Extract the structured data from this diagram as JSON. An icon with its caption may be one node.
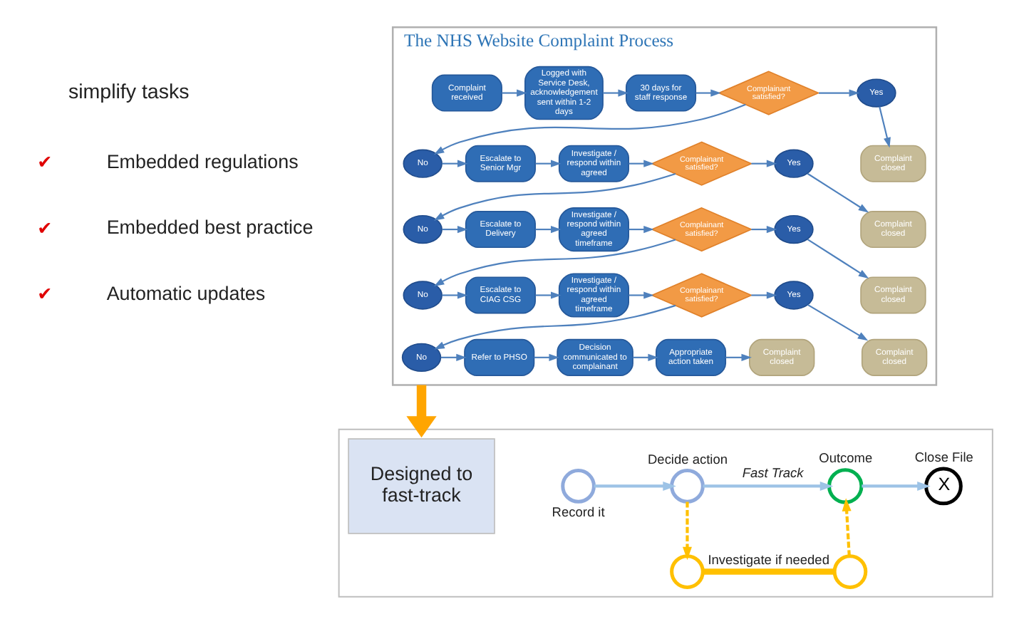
{
  "diagram": {
    "nodes": [
      {
        "text": [
          "The NHS Website Complaint Process"
        ]
      },
      {
        "text": [
          "Complaint received"
        ],
        "in": 0
      },
      {
        "text": [
          "Logged with Service Desk, acknowledgement sent within 1-2 days"
        ],
        "in": 0
      },
      {
        "text": [
          "30 days for staff response"
        ],
        "in": 0
      },
      {
        "text": [
          "Complainant satisfied?"
        ],
        "in": 0
      },
      {
        "text": [
          "Yes"
        ],
        "in": 0
      },
      {
        "text": [
          "Complaint closed"
        ],
        "in": 0
      },
      {
        "text": [
          "Yes"
        ],
        "in": 0
      },
      {
        "text": [
          "Complainant satisfied?"
        ],
        "in": 0
      },
      {
        "text": [
          "Investigate / respond within agreed"
        ],
        "in": 0
      },
      {
        "text": [
          "Escalate to Senior Mgr"
        ],
        "in": 0
      },
      {
        "text": [
          "No"
        ],
        "in": 0
      },
      {
        "text": [
          "Complaint closed"
        ],
        "in": 0
      },
      {
        "text": [
          "No"
        ],
        "in": 0
      },
      {
        "text": [
          "Escalate to Delivery"
        ],
        "in": 0
      },
      {
        "text": [
          "Investigate / respond within agreed timeframe"
        ],
        "in": 0
      },
      {
        "text": [
          "Complainant satisfied?"
        ],
        "in": 0
      },
      {
        "text": [
          "Yes"
        ],
        "in": 0
      },
      {
        "text": [
          "Complaint closed"
        ],
        "in": 0
      },
      {
        "text": [
          "No"
        ],
        "in": 0
      },
      {
        "text": [
          "Escalate to CIAG CSG"
        ],
        "in": 0
      },
      {
        "text": [
          "Investigate / respond within agreed timeframe"
        ],
        "in": 0
      },
      {
        "text": [
          "Complainant satisfied?"
        ],
        "in": 0
      },
      {
        "text": [
          "Yes"
        ],
        "in": 0
      },
      {
        "text": [
          "Complaint closed"
        ],
        "in": 0
      },
      {
        "text": [
          "Appropriate action taken"
        ],
        "in": 0
      },
      {
        "text": [
          "Decision communicated to complainant"
        ],
        "in": 0
      },
      {
        "text": [
          "Refer to PHSO"
        ],
        "in": 0
      },
      {
        "text": [
          "No"
        ],
        "in": 0
      },
      {
        "text": [
          "Complaint closed"
        ],
        "in": 0
      },
      {
        "text": [],
        "shape": "box"
      },
      {
        "text": [
          "Designed to fast-track"
        ],
        "in": 30
      },
      {
        "text": [],
        "shape": "circle",
        "beside": [
          "Record it"
        ],
        "in": 30
      },
      {
        "text": [],
        "shape": "circle",
        "beside": [
          "Decide action"
        ],
        "in": 30
      },
      {
        "text": [],
        "shape": "circle",
        "beside": [
          "Outcome"
        ],
        "in": 30
      },
      {
        "text": [
          "X"
        ],
        "beside": [
          "Close File"
        ],
        "in": 30
      },
      {
        "text": [],
        "shape": "circle",
        "in": 30
      },
      {
        "text": [],
        "shape": "circle",
        "in": 30
      }
    ],
    "edges": [
      {
        "from": 1,
        "to": 2,
        "arrow": "to"
      },
      {
        "from": 2,
        "to": 3,
        "arrow": "to"
      },
      {
        "from": 3,
        "to": 4,
        "arrow": "to"
      },
      {
        "from": 4,
        "to": 5,
        "arrow": "to"
      },
      {
        "from": 5,
        "to": 6,
        "arrow": "to"
      },
      {
        "from": 4,
        "to": 11,
        "arrow": "to"
      },
      {
        "from": 11,
        "to": 10,
        "arrow": "to"
      },
      {
        "from": 10,
        "to": 9,
        "arrow": "to"
      },
      {
        "from": 9,
        "to": 8,
        "arrow": "to"
      },
      {
        "from": 8,
        "to": 7,
        "arrow": "to"
      },
      {
        "from": 7,
        "to": 12,
        "arrow": "to"
      },
      {
        "from": 8,
        "to": 13,
        "arrow": "to"
      },
      {
        "from": 13,
        "to": 14,
        "arrow": "to"
      },
      {
        "from": 14,
        "to": 15,
        "arrow": "to"
      },
      {
        "from": 15,
        "to": 16,
        "arrow": "to"
      },
      {
        "from": 16,
        "to": 17,
        "arrow": "to"
      },
      {
        "from": 17,
        "to": 18,
        "arrow": "to"
      },
      {
        "from": 16,
        "to": 19,
        "arrow": "to"
      },
      {
        "from": 19,
        "to": 20,
        "arrow": "to"
      },
      {
        "from": 20,
        "to": 21,
        "arrow": "to"
      },
      {
        "from": 21,
        "to": 22,
        "arrow": "to"
      },
      {
        "from": 22,
        "to": 23,
        "arrow": "to"
      },
      {
        "from": 23,
        "to": 29,
        "arrow": "to"
      },
      {
        "from": 22,
        "to": 28,
        "arrow": "to"
      },
      {
        "from": 28,
        "to": 27,
        "arrow": "to"
      },
      {
        "from": 27,
        "to": 26,
        "arrow": "to"
      },
      {
        "from": 26,
        "to": 25,
        "arrow": "to"
      },
      {
        "from": 25,
        "to": 24,
        "arrow": "to"
      },
      {
        "from": 0,
        "to": 30,
        "arrow": "to",
        "style": "thick",
        "color": "#ffa500"
      },
      {
        "from": 32,
        "to": 33,
        "arrow": "to",
        "color": "#9dc3e6"
      },
      {
        "from": 33,
        "to": 34,
        "arrow": "to",
        "label": "Fast Track",
        "color": "#9dc3e6"
      },
      {
        "from": 34,
        "to": 35,
        "arrow": "to",
        "color": "#9dc3e6"
      },
      {
        "from": 33,
        "to": 36,
        "arrow": "to",
        "style": "dashed",
        "color": "#ffc000"
      },
      {
        "from": 36,
        "to": 37,
        "arrow": "none",
        "label": "Investigate if needed",
        "style": "thick",
        "color": "#ffc000"
      },
      {
        "from": 37,
        "to": 34,
        "arrow": "to",
        "style": "dashed",
        "color": "#ffc000"
      }
    ],
    "labels": [
      "simplify tasks",
      "✔",
      "Embedded regulations",
      "✔",
      "Embedded best practice",
      "✔",
      "Automatic updates"
    ]
  }
}
